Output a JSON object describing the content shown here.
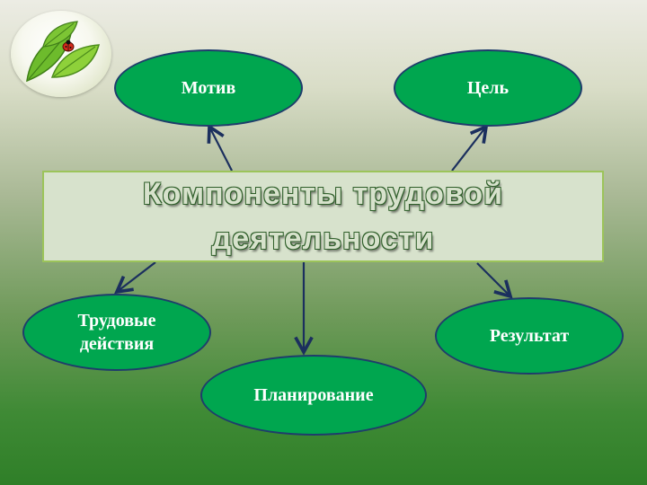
{
  "diagram": {
    "title": "Компоненты трудовой деятельности",
    "nodes": {
      "motive": "Мотив",
      "goal": "Цель",
      "labor_actions": "Трудовые\nдействия",
      "planning": "Планирование",
      "result": "Результат"
    },
    "colors": {
      "node_fill": "#00a64f",
      "node_border": "#1f3d6b",
      "arrow": "#1b2f5e",
      "title_box": "#d7e2cc"
    }
  },
  "logo": {
    "icon": "leaf-ladybug-icon"
  }
}
